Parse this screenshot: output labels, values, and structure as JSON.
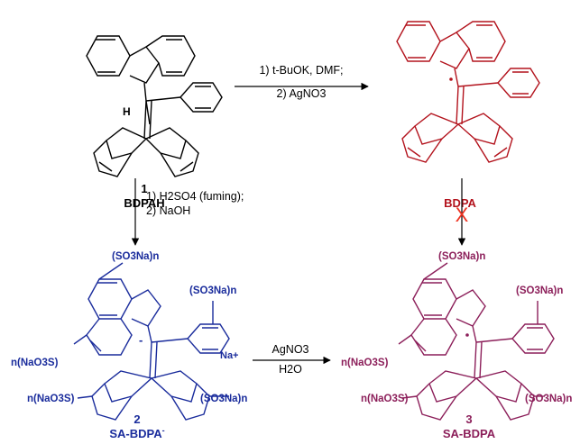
{
  "colors": {
    "black": "#000000",
    "blue": "#1a2c9c",
    "red": "#b3131d",
    "magenta": "#8c1f5a",
    "cross": "#ee3322"
  },
  "compound1": {
    "number": "1",
    "name": "BDPAH",
    "h_label": "H"
  },
  "compoundBDPA": {
    "name": "BDPA"
  },
  "compound2": {
    "number": "2",
    "name": "SA-BDPA",
    "charge": "-",
    "counterion": "Na+",
    "subst_top": "(SO3Na)n",
    "subst_phenyl": "(SO3Na)n",
    "subst_left_upper": "n(NaO3S)",
    "subst_left_lower": "n(NaO3S)",
    "subst_right": "(SO3Na)n"
  },
  "compound3": {
    "number": "3",
    "name": "SA-BDPA",
    "subst_top": "(SO3Na)n",
    "subst_phenyl": "(SO3Na)n",
    "subst_left_upper": "n(NaO3S)",
    "subst_left_lower": "n(NaO3S)",
    "subst_right": "(SO3Na)n"
  },
  "arrows": {
    "top_line1": "1) t-BuOK, DMF;",
    "top_line2": "2) AgNO3",
    "down_line1": "1) H2SO4 (fuming);",
    "down_line2": "2) NaOH",
    "bottom_line1": "AgNO3",
    "bottom_line2": "H2O",
    "blocked_mark": "X"
  }
}
